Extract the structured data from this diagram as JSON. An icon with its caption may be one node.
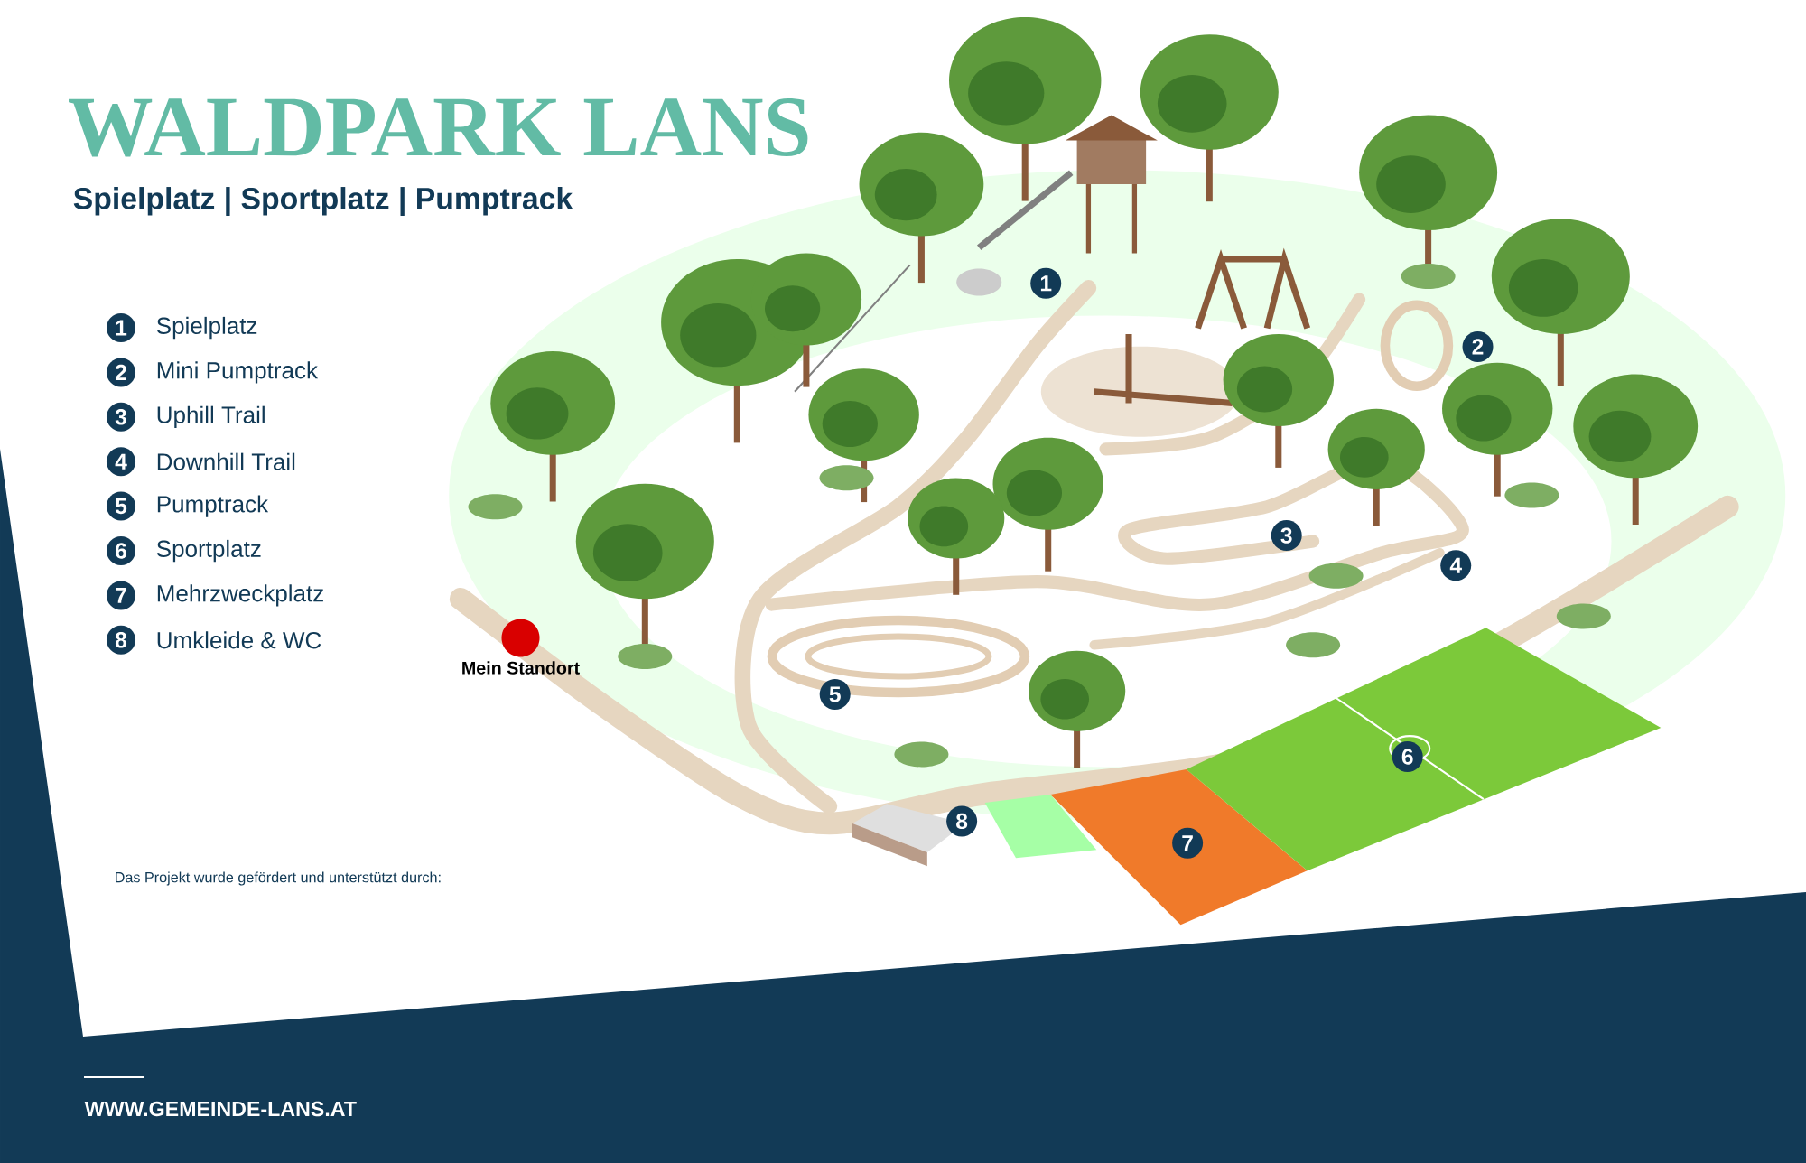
{
  "diagram": {
    "title": "WALDPARK LANS",
    "nodes": [
      {
        "text": [
          "1"
        ],
        "beside": [
          "Spielplatz"
        ]
      },
      {
        "text": [
          "2"
        ],
        "beside": [
          "Mini Pumptrack"
        ]
      },
      {
        "text": [
          "3"
        ],
        "beside": [
          "Uphill Trail"
        ]
      },
      {
        "text": [
          "4"
        ],
        "beside": [
          "Downhill Trail"
        ]
      },
      {
        "text": [
          "5"
        ],
        "beside": [
          "Pumptrack"
        ]
      },
      {
        "text": [
          "6"
        ],
        "beside": [
          "Sportplatz"
        ]
      },
      {
        "text": [
          "7"
        ],
        "beside": [
          "Mehrzweckplatz"
        ]
      },
      {
        "text": [
          "8"
        ],
        "beside": [
          "Umkleide & WC"
        ]
      },
      {
        "text": [
          "1"
        ]
      },
      {
        "text": [
          "2"
        ]
      },
      {
        "text": [
          "3"
        ]
      },
      {
        "text": [
          "4"
        ]
      },
      {
        "text": [
          "5"
        ]
      },
      {
        "text": [
          "6"
        ]
      },
      {
        "text": [
          "7"
        ]
      },
      {
        "text": [
          "8"
        ]
      },
      {
        "text": [],
        "shape": "circle",
        "beside": [
          "Mein Standort"
        ]
      }
    ],
    "labels": [
      "Spielplatz | Sportplatz | Pumptrack",
      "Das Projekt wurde gefördert und unterstützt durch:",
      "WWW.GEMEINDE-LANS.AT"
    ]
  }
}
